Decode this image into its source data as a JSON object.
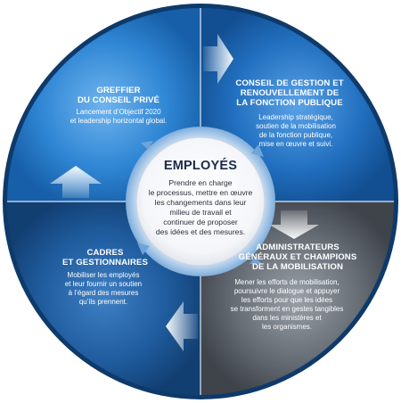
{
  "center": {
    "title": "EMPLOYÉS",
    "body": "Prendre en charge\nle processus, mettre en œuvre\nles changements dans leur\nmilieu de travail et\ncontinuer de proposer\ndes idées et des mesures."
  },
  "quadrants": {
    "top_left": {
      "title": "GREFFIER\nDU CONSEIL PRIVÉ",
      "body": "Lancement d’Objectif 2020\net leadership horizontal global."
    },
    "top_right": {
      "title": "CONSEIL DE GESTION ET\nRENOUVELLEMENT DE\nLA FONCTION PUBLIQUE",
      "body": "Leadership stratégique,\nsoutien de la mobilisation\nde la fonction publique,\nmise en œuvre et suivi."
    },
    "bottom_right": {
      "title": "ADMINISTRATEURS\nGÉNÉRAUX ET CHAMPIONS\nDE LA MOBILISATION",
      "body": "Mener les efforts de mobilisation,\npoursuivre le dialogue et appuyer\nles efforts pour que les idées\nse transforment en gestes tangibles\ndans les ministères et\nles organismes."
    },
    "bottom_left": {
      "title": "CADRES\nET GESTIONNAIRES",
      "body": "Mobiliser les employés\net leur fournir un soutien\nà l’égard des mesures\nqu’ils prennent."
    }
  },
  "colors": {
    "top_left": "#1e74c4",
    "top_right": "#1b5fae",
    "bottom_right": "#5a6068",
    "bottom_left": "#1b4f8a",
    "ring_outer": "#0f3d70",
    "center_ring": "#8fb8e0"
  },
  "icons": [
    "arrow-right-icon",
    "arrow-down-icon",
    "arrow-left-icon",
    "arrow-up-icon"
  ]
}
